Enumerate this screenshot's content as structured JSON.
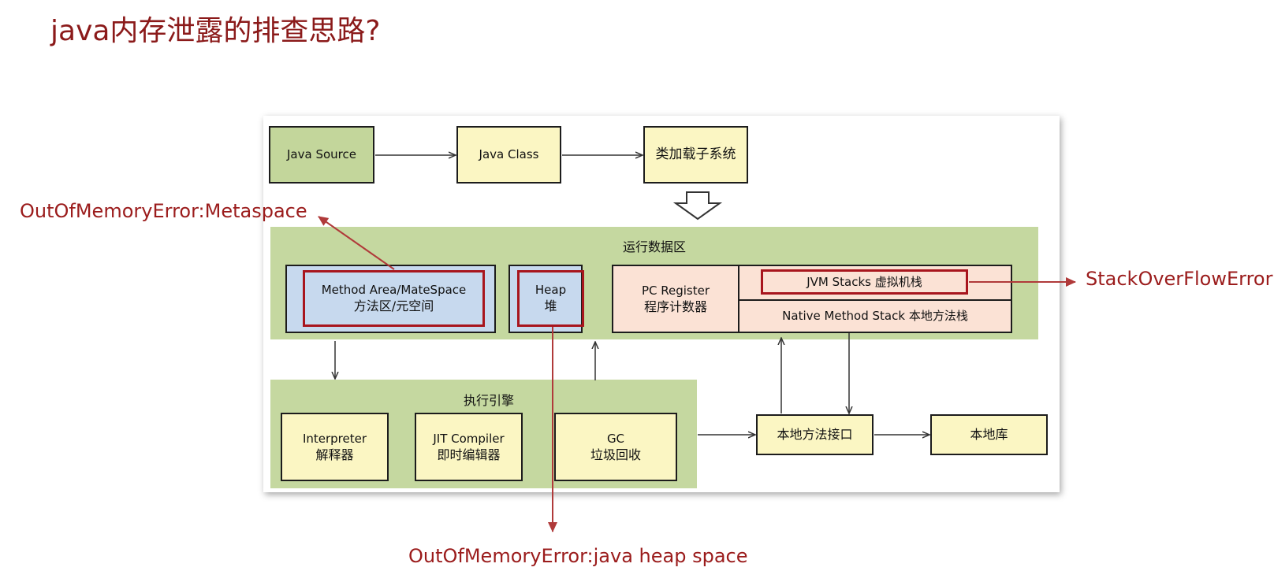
{
  "title": "java内存泄露的排查思路?",
  "top_row": {
    "java_source": "Java Source",
    "java_class": "Java Class",
    "class_loader": "类加载子系统"
  },
  "runtime_area": {
    "label": "运行数据区",
    "method_area": {
      "line1": "Method Area/MateSpace",
      "line2": "方法区/元空间"
    },
    "heap": {
      "line1": "Heap",
      "line2": "堆"
    },
    "pc_register": {
      "line1": "PC Register",
      "line2": "程序计数器"
    },
    "jvm_stacks": "JVM Stacks 虚拟机栈",
    "native_stack": "Native Method Stack 本地方法栈"
  },
  "engine": {
    "label": "执行引擎",
    "interpreter": {
      "line1": "Interpreter",
      "line2": "解释器"
    },
    "jit": {
      "line1": "JIT Compiler",
      "line2": "即时编辑器"
    },
    "gc": {
      "line1": "GC",
      "line2": "垃圾回收"
    }
  },
  "native_interface": "本地方法接口",
  "native_lib": "本地库",
  "errors": {
    "metaspace": "OutOfMemoryError:Metaspace",
    "heap": "OutOfMemoryError:java heap space",
    "stack": "StackOverFlowError"
  },
  "colors": {
    "error_red": "#9b1c1c",
    "highlight_border": "#a8151d",
    "zone_green": "#c5d8a0",
    "box_yellow": "#fbf6c3",
    "box_blue": "#c7d9ee",
    "box_pink": "#fbe2d5"
  }
}
